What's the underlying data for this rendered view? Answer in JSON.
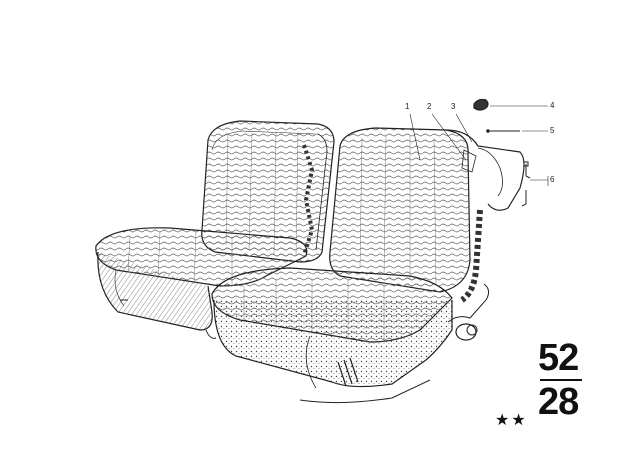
{
  "callouts": [
    "1",
    "2",
    "3",
    "4",
    "5",
    "6"
  ],
  "group_code": {
    "main": "52",
    "sub": "28"
  },
  "stars": "★★"
}
